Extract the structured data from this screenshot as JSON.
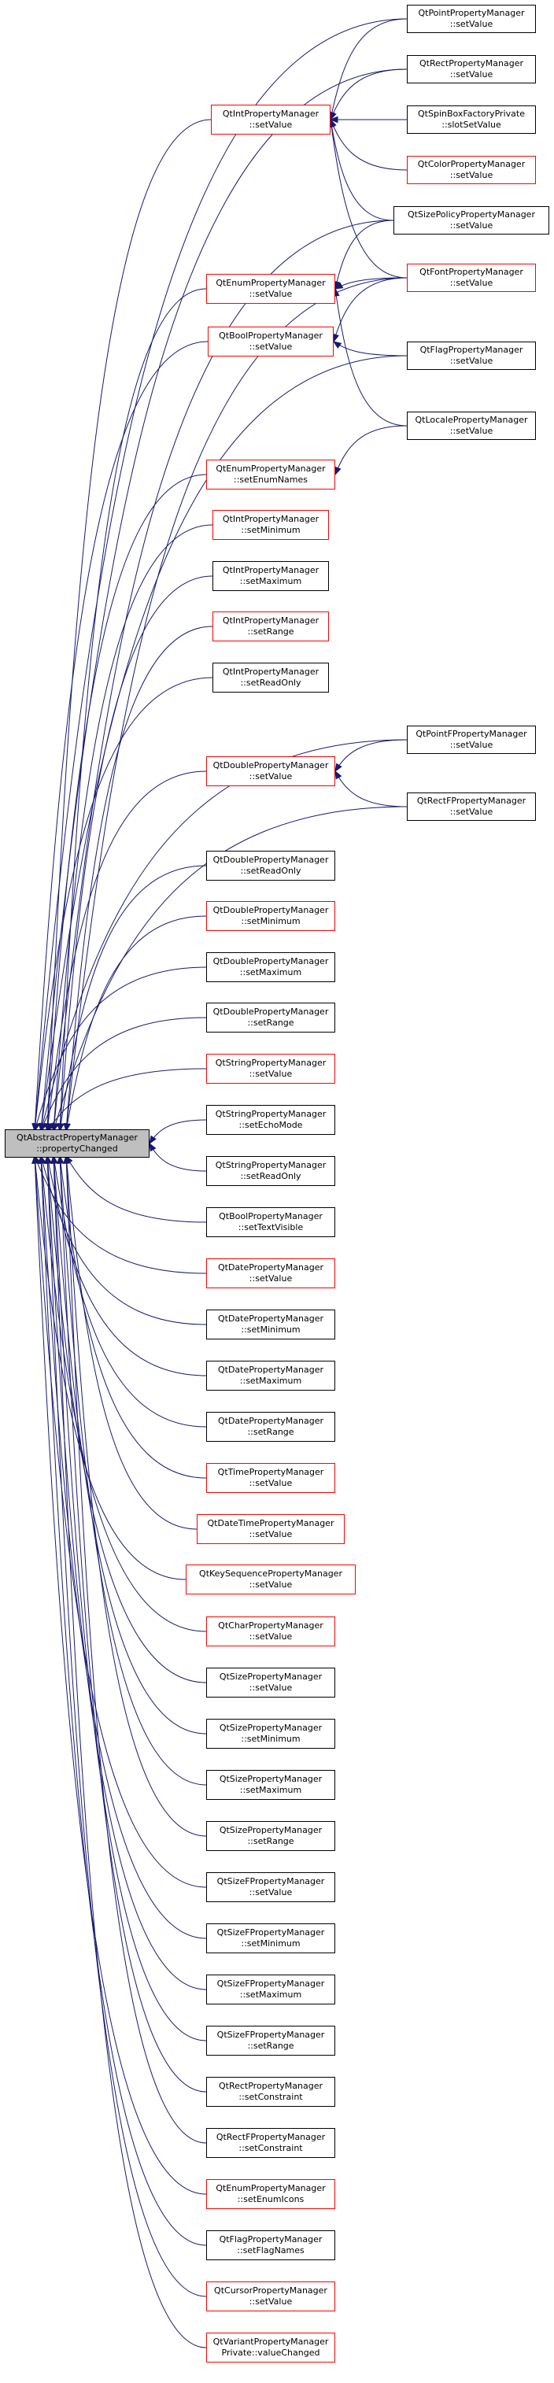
{
  "graph": {
    "colors": {
      "edge": "#191970",
      "border_default": "#000000",
      "border_highlight": "#ff0000",
      "root_fill": "#bfbfbf"
    },
    "nodes": {
      "root": {
        "line1": "QtAbstractPropertyManager",
        "line2": "::propertyChanged",
        "border": "black"
      },
      "n_int_setvalue": {
        "line1": "QtIntPropertyManager",
        "line2": "::setValue",
        "border": "red"
      },
      "n_point_setvalue": {
        "line1": "QtPointPropertyManager",
        "line2": "::setValue",
        "border": "black"
      },
      "n_rect_setvalue": {
        "line1": "QtRectPropertyManager",
        "line2": "::setValue",
        "border": "black"
      },
      "n_spinbox_slot": {
        "line1": "QtSpinBoxFactoryPrivate",
        "line2": "::slotSetValue",
        "border": "black"
      },
      "n_color_setvalue": {
        "line1": "QtColorPropertyManager",
        "line2": "::setValue",
        "border": "red"
      },
      "n_sizepolicy_setvalue": {
        "line1": "QtSizePolicyPropertyManager",
        "line2": "::setValue",
        "border": "black"
      },
      "n_enum_setvalue": {
        "line1": "QtEnumPropertyManager",
        "line2": "::setValue",
        "border": "red"
      },
      "n_font_setvalue": {
        "line1": "QtFontPropertyManager",
        "line2": "::setValue",
        "border": "red"
      },
      "n_bool_setvalue": {
        "line1": "QtBoolPropertyManager",
        "line2": "::setValue",
        "border": "red"
      },
      "n_flag_setvalue": {
        "line1": "QtFlagPropertyManager",
        "line2": "::setValue",
        "border": "black"
      },
      "n_locale_setvalue": {
        "line1": "QtLocalePropertyManager",
        "line2": "::setValue",
        "border": "black"
      },
      "n_enum_setenumnames": {
        "line1": "QtEnumPropertyManager",
        "line2": "::setEnumNames",
        "border": "red"
      },
      "n_int_setminimum": {
        "line1": "QtIntPropertyManager",
        "line2": "::setMinimum",
        "border": "red"
      },
      "n_int_setmaximum": {
        "line1": "QtIntPropertyManager",
        "line2": "::setMaximum",
        "border": "black"
      },
      "n_int_setrange": {
        "line1": "QtIntPropertyManager",
        "line2": "::setRange",
        "border": "red"
      },
      "n_int_setreadonly": {
        "line1": "QtIntPropertyManager",
        "line2": "::setReadOnly",
        "border": "black"
      },
      "n_pointf_setvalue": {
        "line1": "QtPointFPropertyManager",
        "line2": "::setValue",
        "border": "black"
      },
      "n_double_setvalue": {
        "line1": "QtDoublePropertyManager",
        "line2": "::setValue",
        "border": "red"
      },
      "n_rectf_setvalue": {
        "line1": "QtRectFPropertyManager",
        "line2": "::setValue",
        "border": "black"
      },
      "n_double_setreadonly": {
        "line1": "QtDoublePropertyManager",
        "line2": "::setReadOnly",
        "border": "black"
      },
      "n_double_setminimum": {
        "line1": "QtDoublePropertyManager",
        "line2": "::setMinimum",
        "border": "red"
      },
      "n_double_setmaximum": {
        "line1": "QtDoublePropertyManager",
        "line2": "::setMaximum",
        "border": "black"
      },
      "n_double_setrange": {
        "line1": "QtDoublePropertyManager",
        "line2": "::setRange",
        "border": "black"
      },
      "n_string_setvalue": {
        "line1": "QtStringPropertyManager",
        "line2": "::setValue",
        "border": "red"
      },
      "n_string_setechomode": {
        "line1": "QtStringPropertyManager",
        "line2": "::setEchoMode",
        "border": "black"
      },
      "n_string_setreadonly": {
        "line1": "QtStringPropertyManager",
        "line2": "::setReadOnly",
        "border": "black"
      },
      "n_bool_settextvisible": {
        "line1": "QtBoolPropertyManager",
        "line2": "::setTextVisible",
        "border": "black"
      },
      "n_date_setvalue": {
        "line1": "QtDatePropertyManager",
        "line2": "::setValue",
        "border": "red"
      },
      "n_date_setminimum": {
        "line1": "QtDatePropertyManager",
        "line2": "::setMinimum",
        "border": "black"
      },
      "n_date_setmaximum": {
        "line1": "QtDatePropertyManager",
        "line2": "::setMaximum",
        "border": "black"
      },
      "n_date_setrange": {
        "line1": "QtDatePropertyManager",
        "line2": "::setRange",
        "border": "black"
      },
      "n_time_setvalue": {
        "line1": "QtTimePropertyManager",
        "line2": "::setValue",
        "border": "red"
      },
      "n_datetime_setvalue": {
        "line1": "QtDateTimePropertyManager",
        "line2": "::setValue",
        "border": "red"
      },
      "n_keyseq_setvalue": {
        "line1": "QtKeySequencePropertyManager",
        "line2": "::setValue",
        "border": "red"
      },
      "n_char_setvalue": {
        "line1": "QtCharPropertyManager",
        "line2": "::setValue",
        "border": "red"
      },
      "n_size_setvalue": {
        "line1": "QtSizePropertyManager",
        "line2": "::setValue",
        "border": "black"
      },
      "n_size_setminimum": {
        "line1": "QtSizePropertyManager",
        "line2": "::setMinimum",
        "border": "black"
      },
      "n_size_setmaximum": {
        "line1": "QtSizePropertyManager",
        "line2": "::setMaximum",
        "border": "black"
      },
      "n_size_setrange": {
        "line1": "QtSizePropertyManager",
        "line2": "::setRange",
        "border": "black"
      },
      "n_sizef_setvalue": {
        "line1": "QtSizeFPropertyManager",
        "line2": "::setValue",
        "border": "black"
      },
      "n_sizef_setminimum": {
        "line1": "QtSizeFPropertyManager",
        "line2": "::setMinimum",
        "border": "black"
      },
      "n_sizef_setmaximum": {
        "line1": "QtSizeFPropertyManager",
        "line2": "::setMaximum",
        "border": "black"
      },
      "n_sizef_setrange": {
        "line1": "QtSizeFPropertyManager",
        "line2": "::setRange",
        "border": "black"
      },
      "n_rect_setconstraint": {
        "line1": "QtRectPropertyManager",
        "line2": "::setConstraint",
        "border": "black"
      },
      "n_rectf_setconstraint": {
        "line1": "QtRectFPropertyManager",
        "line2": "::setConstraint",
        "border": "black"
      },
      "n_enum_setenumicons": {
        "line1": "QtEnumPropertyManager",
        "line2": "::setEnumIcons",
        "border": "red"
      },
      "n_flag_setflagnames": {
        "line1": "QtFlagPropertyManager",
        "line2": "::setFlagNames",
        "border": "black"
      },
      "n_cursor_setvalue": {
        "line1": "QtCursorPropertyManager",
        "line2": "::setValue",
        "border": "red"
      },
      "n_variant_valuechanged": {
        "line1": "QtVariantPropertyManager",
        "line2": "Private::valueChanged",
        "border": "red"
      }
    },
    "edges": [
      {
        "from": "n_point_setvalue",
        "to": "root"
      },
      {
        "from": "n_rect_setvalue",
        "to": "root"
      },
      {
        "from": "n_int_setvalue",
        "to": "root"
      },
      {
        "from": "n_sizepolicy_setvalue",
        "to": "root"
      },
      {
        "from": "n_enum_setvalue",
        "to": "root"
      },
      {
        "from": "n_font_setvalue",
        "to": "root"
      },
      {
        "from": "n_bool_setvalue",
        "to": "root"
      },
      {
        "from": "n_flag_setvalue",
        "to": "root"
      },
      {
        "from": "n_enum_setenumnames",
        "to": "root"
      },
      {
        "from": "n_int_setminimum",
        "to": "root"
      },
      {
        "from": "n_int_setmaximum",
        "to": "root"
      },
      {
        "from": "n_int_setrange",
        "to": "root"
      },
      {
        "from": "n_int_setreadonly",
        "to": "root"
      },
      {
        "from": "n_pointf_setvalue",
        "to": "root"
      },
      {
        "from": "n_double_setvalue",
        "to": "root"
      },
      {
        "from": "n_rectf_setvalue",
        "to": "root"
      },
      {
        "from": "n_double_setreadonly",
        "to": "root"
      },
      {
        "from": "n_double_setminimum",
        "to": "root"
      },
      {
        "from": "n_double_setmaximum",
        "to": "root"
      },
      {
        "from": "n_double_setrange",
        "to": "root"
      },
      {
        "from": "n_string_setvalue",
        "to": "root"
      },
      {
        "from": "n_string_setechomode",
        "to": "root"
      },
      {
        "from": "n_string_setreadonly",
        "to": "root"
      },
      {
        "from": "n_bool_settextvisible",
        "to": "root"
      },
      {
        "from": "n_date_setvalue",
        "to": "root"
      },
      {
        "from": "n_date_setminimum",
        "to": "root"
      },
      {
        "from": "n_date_setmaximum",
        "to": "root"
      },
      {
        "from": "n_date_setrange",
        "to": "root"
      },
      {
        "from": "n_time_setvalue",
        "to": "root"
      },
      {
        "from": "n_datetime_setvalue",
        "to": "root"
      },
      {
        "from": "n_keyseq_setvalue",
        "to": "root"
      },
      {
        "from": "n_char_setvalue",
        "to": "root"
      },
      {
        "from": "n_size_setvalue",
        "to": "root"
      },
      {
        "from": "n_size_setminimum",
        "to": "root"
      },
      {
        "from": "n_size_setmaximum",
        "to": "root"
      },
      {
        "from": "n_size_setrange",
        "to": "root"
      },
      {
        "from": "n_sizef_setvalue",
        "to": "root"
      },
      {
        "from": "n_sizef_setminimum",
        "to": "root"
      },
      {
        "from": "n_sizef_setmaximum",
        "to": "root"
      },
      {
        "from": "n_sizef_setrange",
        "to": "root"
      },
      {
        "from": "n_rect_setconstraint",
        "to": "root"
      },
      {
        "from": "n_rectf_setconstraint",
        "to": "root"
      },
      {
        "from": "n_enum_setenumicons",
        "to": "root"
      },
      {
        "from": "n_flag_setflagnames",
        "to": "root"
      },
      {
        "from": "n_cursor_setvalue",
        "to": "root"
      },
      {
        "from": "n_variant_valuechanged",
        "to": "root"
      },
      {
        "from": "n_point_setvalue",
        "to": "n_int_setvalue"
      },
      {
        "from": "n_rect_setvalue",
        "to": "n_int_setvalue"
      },
      {
        "from": "n_spinbox_slot",
        "to": "n_int_setvalue"
      },
      {
        "from": "n_color_setvalue",
        "to": "n_int_setvalue"
      },
      {
        "from": "n_sizepolicy_setvalue",
        "to": "n_int_setvalue"
      },
      {
        "from": "n_font_setvalue",
        "to": "n_int_setvalue"
      },
      {
        "from": "n_sizepolicy_setvalue",
        "to": "n_enum_setvalue"
      },
      {
        "from": "n_font_setvalue",
        "to": "n_enum_setvalue"
      },
      {
        "from": "n_locale_setvalue",
        "to": "n_enum_setvalue"
      },
      {
        "from": "n_font_setvalue",
        "to": "n_bool_setvalue"
      },
      {
        "from": "n_flag_setvalue",
        "to": "n_bool_setvalue"
      },
      {
        "from": "n_locale_setvalue",
        "to": "n_enum_setenumnames"
      },
      {
        "from": "n_pointf_setvalue",
        "to": "n_double_setvalue"
      },
      {
        "from": "n_rectf_setvalue",
        "to": "n_double_setvalue"
      }
    ]
  }
}
